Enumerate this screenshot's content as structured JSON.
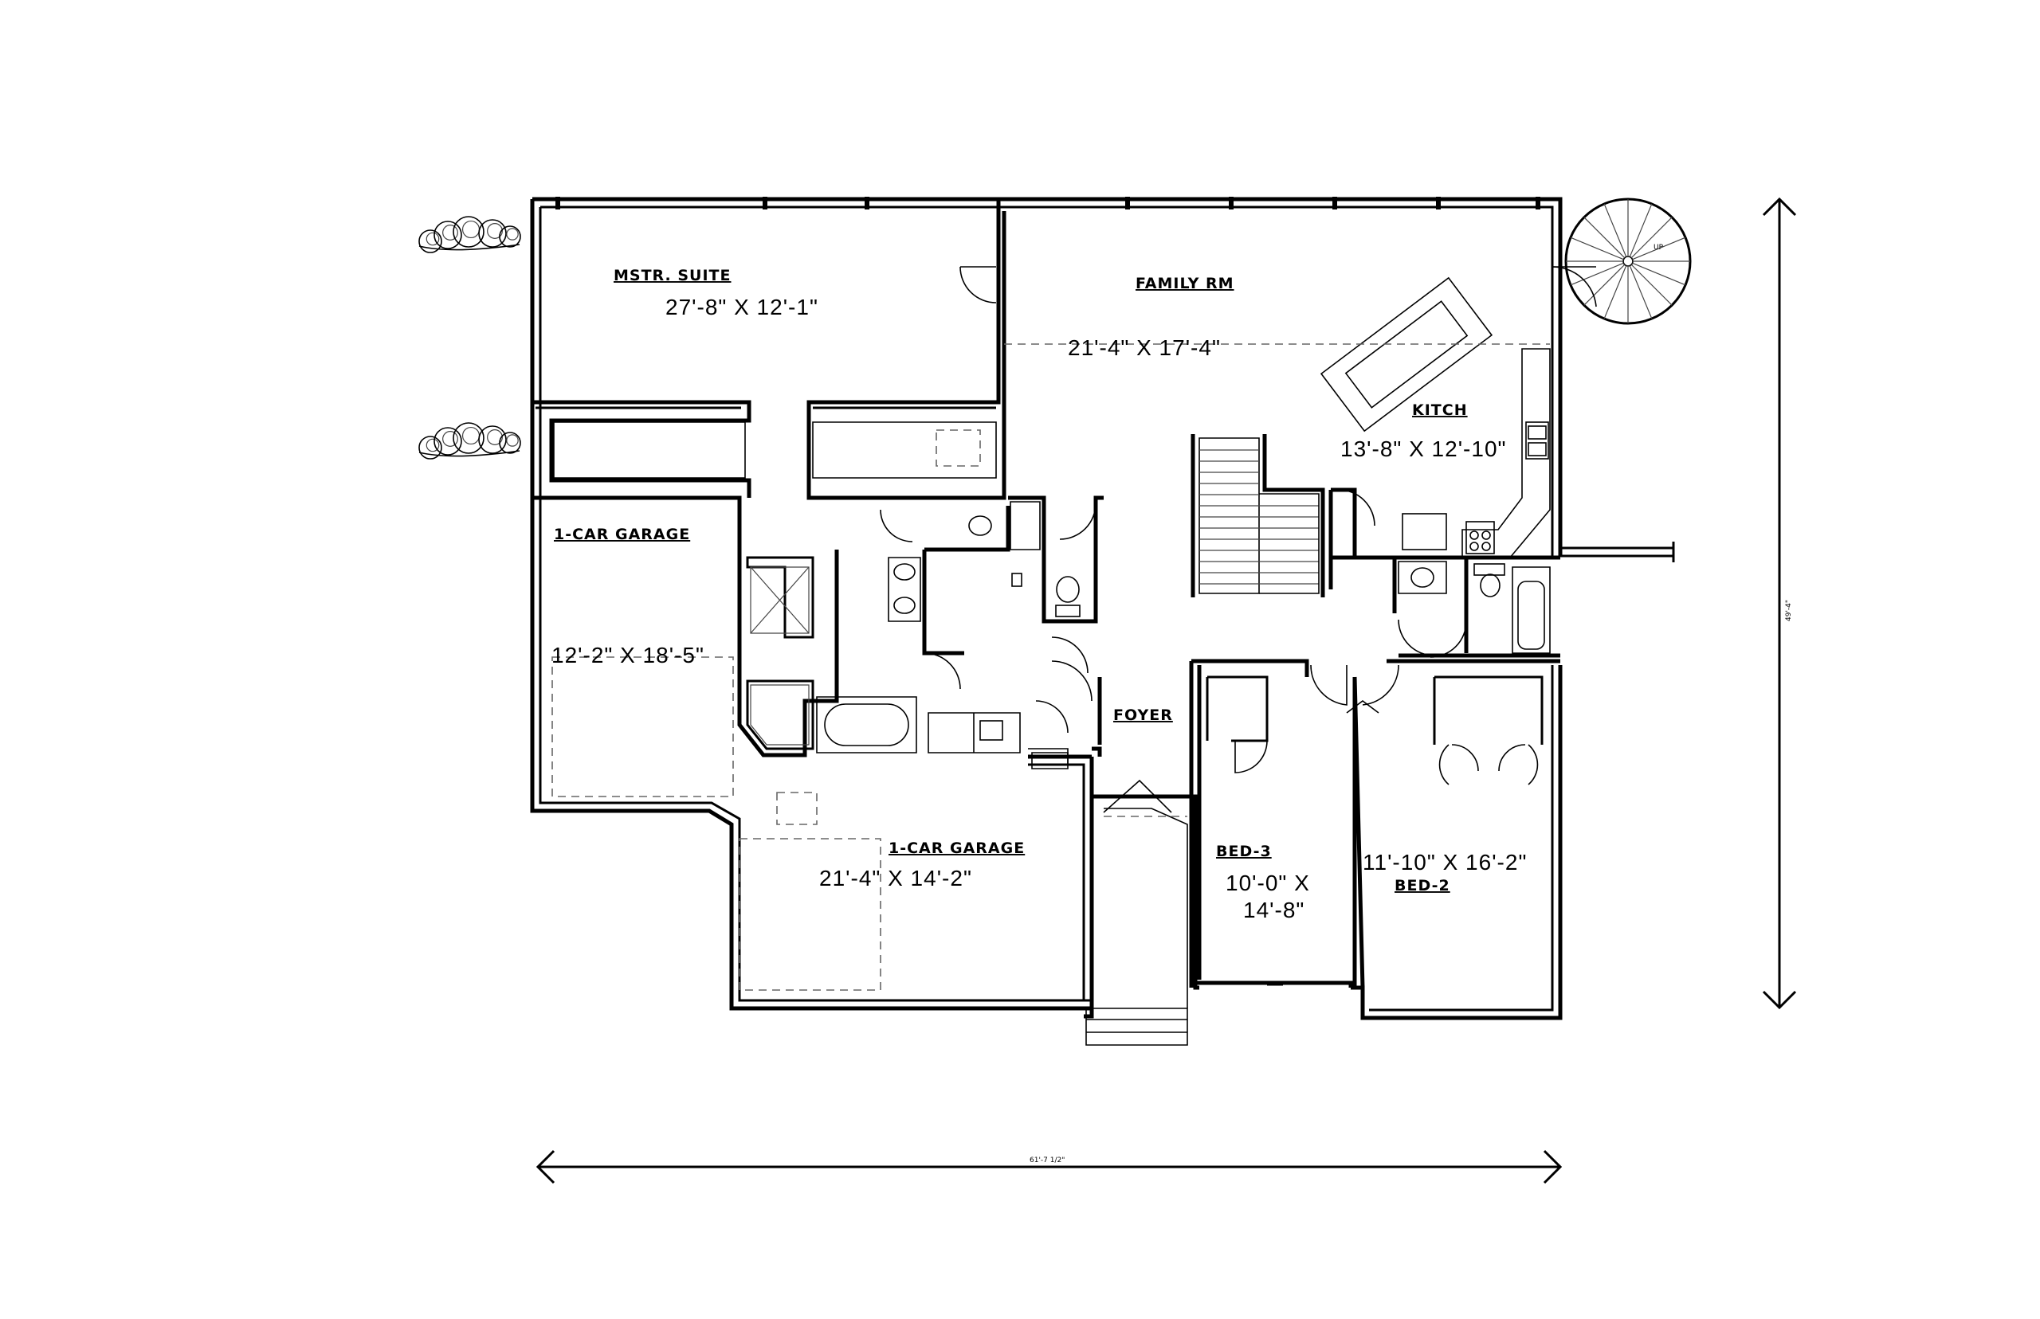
{
  "rooms": {
    "master_suite": {
      "name": "MSTR. SUITE",
      "dim": "27'-8\" X 12'-1\""
    },
    "family_room": {
      "name": "FAMILY RM",
      "dim": "21'-4\" X 17'-4\""
    },
    "kitchen": {
      "name": "KITCH",
      "dim": "13'-8\" X 12'-10\""
    },
    "garage_left": {
      "name": "1-CAR GARAGE",
      "dim": "12'-2\" X 18'-5\""
    },
    "garage_right": {
      "name": "1-CAR GARAGE",
      "dim": "21'-4\" X 14'-2\""
    },
    "foyer": {
      "name": "FOYER"
    },
    "bed3": {
      "name": "BED-3",
      "dim_line1": "10'-0\" X",
      "dim_line2": "14'-8\""
    },
    "bed2": {
      "name": "BED-2",
      "dim": "11'-10\" X 16'-2\""
    }
  },
  "dimensions": {
    "overall_width": "61'-7 1/2\"",
    "overall_depth": "49'-4\""
  },
  "stair_label": "UP"
}
